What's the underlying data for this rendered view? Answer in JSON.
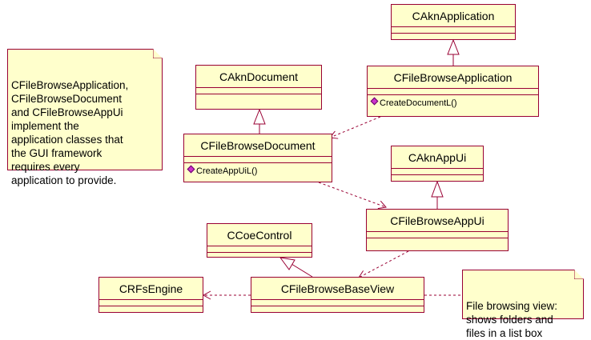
{
  "classes": {
    "akn_application": {
      "name": "CAknApplication"
    },
    "akn_document": {
      "name": "CAknDocument"
    },
    "file_browse_application": {
      "name": "CFileBrowseApplication",
      "operation": "CreateDocumentL()"
    },
    "file_browse_document": {
      "name": "CFileBrowseDocument",
      "operation": "CreateAppUiL()"
    },
    "akn_app_ui": {
      "name": "CAknAppUi"
    },
    "file_browse_app_ui": {
      "name": "CFileBrowseAppUi"
    },
    "coe_control": {
      "name": "CCoeControl"
    },
    "rfs_engine": {
      "name": "CRFsEngine"
    },
    "file_browse_base_view": {
      "name": "CFileBrowseBaseView"
    }
  },
  "notes": {
    "framework_note": "CFileBrowseApplication,\nCFileBrowseDocument\nand CFileBrowseAppUi\nimplement the\napplication classes that\nthe GUI framework\nrequires every\napplication to provide.",
    "view_note": "File browsing view:\nshows folders and\nfiles in a list box"
  },
  "colors": {
    "class_fill": "#ffffcc",
    "border": "#990033",
    "operation_marker": "#cc33cc"
  }
}
